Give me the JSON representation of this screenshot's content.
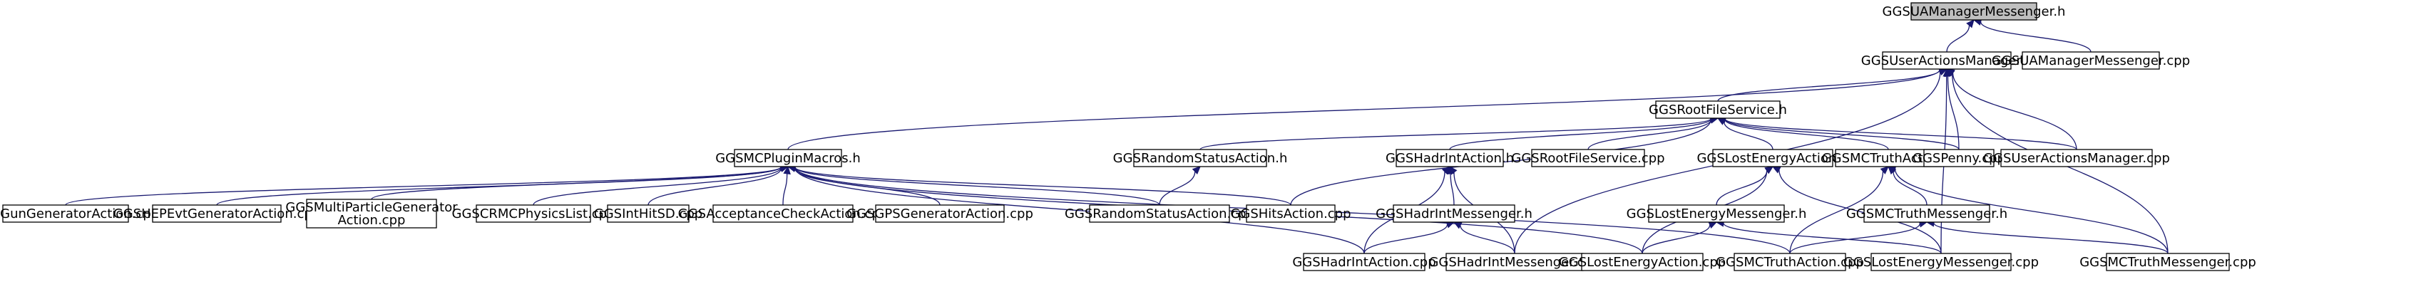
{
  "diagram": {
    "type": "include-dependency-graph",
    "root": "GGSUAManagerMessenger.h",
    "colors": {
      "edge": "#191970",
      "node_border": "#000000",
      "root_fill": "#bfbfbf",
      "node_fill": "#ffffff"
    },
    "nodes": [
      {
        "id": "uamm_h",
        "label": "GGSUAManagerMessenger.h",
        "root": true
      },
      {
        "id": "uam_h",
        "label": "GGSUserActionsManager.h"
      },
      {
        "id": "uamm_cpp",
        "label": "GGSUAManagerMessenger.cpp"
      },
      {
        "id": "rfs_h",
        "label": "GGSRootFileService.h"
      },
      {
        "id": "pm_h",
        "label": "GGSMCPluginMacros.h"
      },
      {
        "id": "rsa_h",
        "label": "GGSRandomStatusAction.h"
      },
      {
        "id": "hia_h",
        "label": "GGSHadrIntAction.h"
      },
      {
        "id": "rfs_cpp",
        "label": "GGSRootFileService.cpp"
      },
      {
        "id": "lea_h",
        "label": "GGSLostEnergyAction.h"
      },
      {
        "id": "mcta_h",
        "label": "GGSMCTruthAction.h"
      },
      {
        "id": "penny_cpp",
        "label": "GGSPenny.cpp"
      },
      {
        "id": "uam_cpp",
        "label": "GGSUserActionsManager.cpp"
      },
      {
        "id": "gga_cpp",
        "label": "GGSGunGeneratorAction.cpp"
      },
      {
        "id": "hep_cpp",
        "label": "GGSHEPEvtGeneratorAction.cpp"
      },
      {
        "id": "mpga_cpp",
        "label": [
          "GGSMultiParticleGenerator",
          "Action.cpp"
        ]
      },
      {
        "id": "crmc_cpp",
        "label": "GGSCRMCPhysicsList.cpp"
      },
      {
        "id": "ihsd_cpp",
        "label": "GGSIntHitSD.cpp"
      },
      {
        "id": "aca_cpp",
        "label": "GGSAcceptanceCheckAction.cpp"
      },
      {
        "id": "gps_cpp",
        "label": "GGSGPSGeneratorAction.cpp"
      },
      {
        "id": "rsa_cpp",
        "label": "GGSRandomStatusAction.cpp"
      },
      {
        "id": "hits_cpp",
        "label": "GGSHitsAction.cpp"
      },
      {
        "id": "him_h",
        "label": "GGSHadrIntMessenger.h"
      },
      {
        "id": "lem_h",
        "label": "GGSLostEnergyMessenger.h"
      },
      {
        "id": "mctm_h",
        "label": "GGSMCTruthMessenger.h"
      },
      {
        "id": "hia_cpp",
        "label": "GGSHadrIntAction.cpp"
      },
      {
        "id": "him_cpp",
        "label": "GGSHadrIntMessenger.cpp"
      },
      {
        "id": "lea_cpp",
        "label": "GGSLostEnergyAction.cpp"
      },
      {
        "id": "mcta_cpp",
        "label": "GGSMCTruthAction.cpp"
      },
      {
        "id": "lem_cpp",
        "label": "GGSLostEnergyMessenger.cpp"
      },
      {
        "id": "mctm_cpp",
        "label": "GGSMCTruthMessenger.cpp"
      }
    ],
    "edges": [
      [
        "uamm_h",
        "uam_h"
      ],
      [
        "uamm_h",
        "uamm_cpp"
      ],
      [
        "uam_h",
        "rfs_h"
      ],
      [
        "uam_h",
        "pm_h"
      ],
      [
        "uam_h",
        "penny_cpp"
      ],
      [
        "uam_h",
        "uam_cpp"
      ],
      [
        "uam_h",
        "him_cpp"
      ],
      [
        "uam_h",
        "lem_cpp"
      ],
      [
        "uam_h",
        "mctm_cpp"
      ],
      [
        "rfs_h",
        "rsa_h"
      ],
      [
        "rfs_h",
        "hia_h"
      ],
      [
        "rfs_h",
        "rfs_cpp"
      ],
      [
        "rfs_h",
        "lea_h"
      ],
      [
        "rfs_h",
        "mcta_h"
      ],
      [
        "rfs_h",
        "penny_cpp"
      ],
      [
        "rfs_h",
        "uam_cpp"
      ],
      [
        "rfs_h",
        "hits_cpp"
      ],
      [
        "pm_h",
        "gga_cpp"
      ],
      [
        "pm_h",
        "hep_cpp"
      ],
      [
        "pm_h",
        "mpga_cpp"
      ],
      [
        "pm_h",
        "crmc_cpp"
      ],
      [
        "pm_h",
        "ihsd_cpp"
      ],
      [
        "pm_h",
        "aca_cpp"
      ],
      [
        "pm_h",
        "gps_cpp"
      ],
      [
        "pm_h",
        "rsa_cpp"
      ],
      [
        "pm_h",
        "hits_cpp"
      ],
      [
        "pm_h",
        "hia_cpp"
      ],
      [
        "pm_h",
        "lea_cpp"
      ],
      [
        "pm_h",
        "mcta_cpp"
      ],
      [
        "rsa_h",
        "rsa_cpp"
      ],
      [
        "hia_h",
        "him_h"
      ],
      [
        "hia_h",
        "hia_cpp"
      ],
      [
        "hia_h",
        "him_cpp"
      ],
      [
        "him_h",
        "hia_cpp"
      ],
      [
        "him_h",
        "him_cpp"
      ],
      [
        "lea_h",
        "lem_h"
      ],
      [
        "lea_h",
        "lea_cpp"
      ],
      [
        "lea_h",
        "lem_cpp"
      ],
      [
        "lem_h",
        "lea_cpp"
      ],
      [
        "lem_h",
        "lem_cpp"
      ],
      [
        "mcta_h",
        "mctm_h"
      ],
      [
        "mcta_h",
        "mcta_cpp"
      ],
      [
        "mcta_h",
        "mctm_cpp"
      ],
      [
        "mctm_h",
        "mcta_cpp"
      ],
      [
        "mctm_h",
        "mctm_cpp"
      ]
    ]
  }
}
